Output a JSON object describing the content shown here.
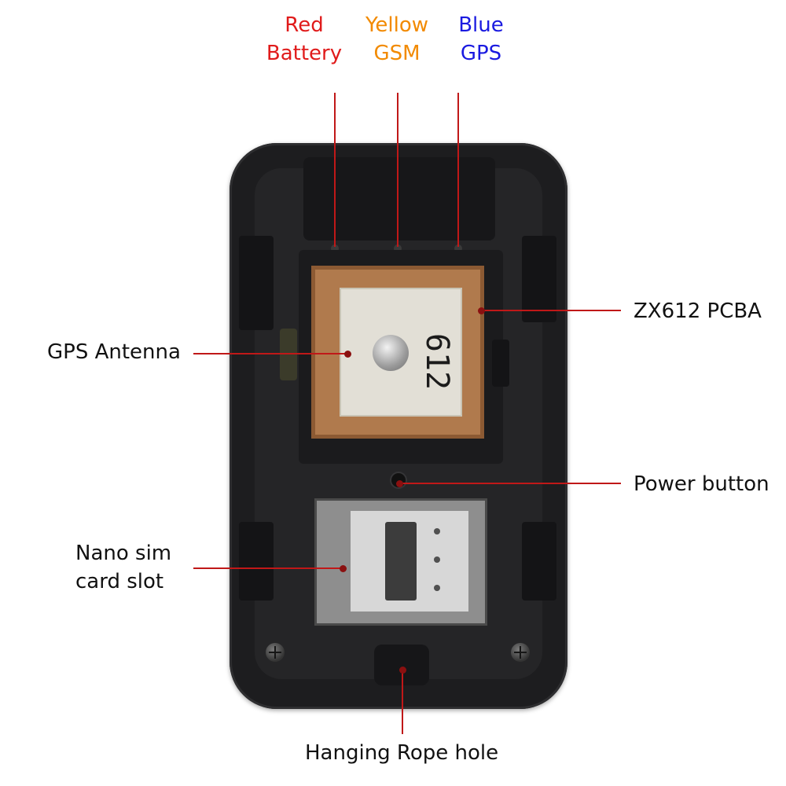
{
  "led_indicators": [
    {
      "color_word": "Red",
      "function": "Battery",
      "color": "#e01b1b"
    },
    {
      "color_word": "Yellow",
      "function": "GSM",
      "color": "#f28a00"
    },
    {
      "color_word": "Blue",
      "function": "GPS",
      "color": "#1a1ae0"
    }
  ],
  "callouts": {
    "pcba": "ZX612 PCBA",
    "gps_antenna": "GPS Antenna",
    "power_button": "Power button",
    "sim_line1": "Nano sim",
    "sim_line2": "card slot",
    "rope_hole": "Hanging Rope hole"
  },
  "antenna_mark": "612",
  "colors": {
    "leader_line": "#c01818",
    "device_body": "#1d1d1f",
    "antenna_ceramic": "#b07a4d"
  }
}
